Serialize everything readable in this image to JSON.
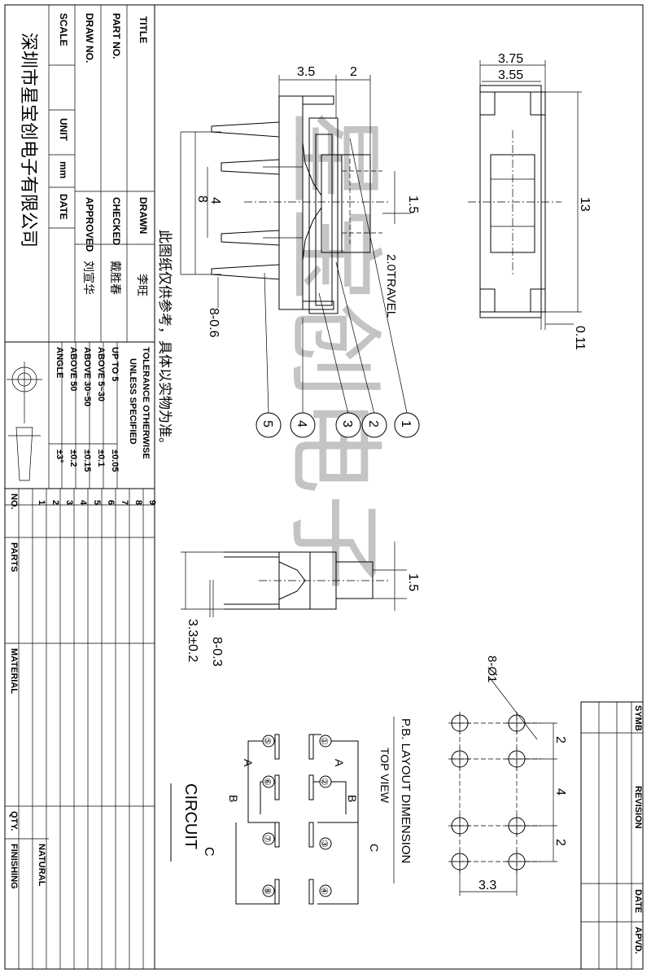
{
  "title_block": {
    "title_label": "TITLE",
    "part_no_label": "PART NO.",
    "draw_no_label": "DRAW NO.",
    "scale_label": "SCALE",
    "unit_label": "UNIT",
    "unit_value": "mm",
    "date_label": "DATE",
    "approved_label": "APPROVED",
    "checked_label": "CHECKED",
    "drawn_label": "DRAWN",
    "drawn_name": "李旺",
    "checked_name": "戴胜春",
    "approved_name": "刘宣华",
    "company": "深圳市星宝创电子有限公司"
  },
  "tolerance": {
    "header": "TOLERANCE OTHERWISE",
    "header2": "UNLESS SPECIFIED",
    "rows": [
      {
        "range": "UP TO 5",
        "value": "±0.05"
      },
      {
        "range": "ABOVE 5~30",
        "value": "±0.1"
      },
      {
        "range": "ABOVE 30~50",
        "value": "±0.15"
      },
      {
        "range": "ABOVE 50",
        "value": "±0.2"
      },
      {
        "range": "ANGLE",
        "value": "±3°"
      }
    ]
  },
  "parts_table": {
    "numbers": [
      "9",
      "8",
      "7",
      "6",
      "5",
      "4",
      "3",
      "2",
      "1"
    ],
    "no_label": "NO.",
    "parts_label": "PARTS",
    "material_label": "MATERIAL",
    "qty_label": "QTY.",
    "finishing_label": "FINISHING",
    "natural_label": "NATURAL"
  },
  "revision_table": {
    "symb": "SYMB",
    "revision": "REVISION",
    "date": "DATE",
    "apvd": "APVD."
  },
  "notes": {
    "reference_note": "此图纸仅供参考，具体以实物为准。",
    "watermark": "星宝创电子"
  },
  "dimensions": {
    "d_3_5": "3.5",
    "d_2": "2",
    "d_8": "8",
    "d_4": "4",
    "d_1_5": "1.5",
    "travel": "2.0TRAVEL",
    "pins_8_0_6": "8-0.6",
    "d_3_75": "3.75",
    "d_3_55": "3.55",
    "d_13": "13",
    "d_0_11": "0.11",
    "d_1_5_b": "1.5",
    "d_3_3": "3.3±0.2",
    "pins_8_0_3": "8-0.3",
    "holes": "8-Ø1",
    "pcb_2a": "2",
    "pcb_4": "4",
    "pcb_2b": "2",
    "pcb_3_3": "3.3"
  },
  "balloons": [
    "1",
    "2",
    "3",
    "4",
    "5"
  ],
  "pcb_layout": {
    "title": "P.B. LAYOUT DIMENSION",
    "subtitle": "TOP VIEW"
  },
  "circuit": {
    "title": "CIRCUIT",
    "c_label": "C",
    "c_label2": "C",
    "a_label": "A",
    "b_label": "B",
    "a_label2": "A",
    "b_label2": "B",
    "pins_right": [
      "①",
      "②",
      "③",
      "④"
    ],
    "pins_left": [
      "⑤",
      "⑥",
      "⑦",
      "⑧"
    ]
  }
}
